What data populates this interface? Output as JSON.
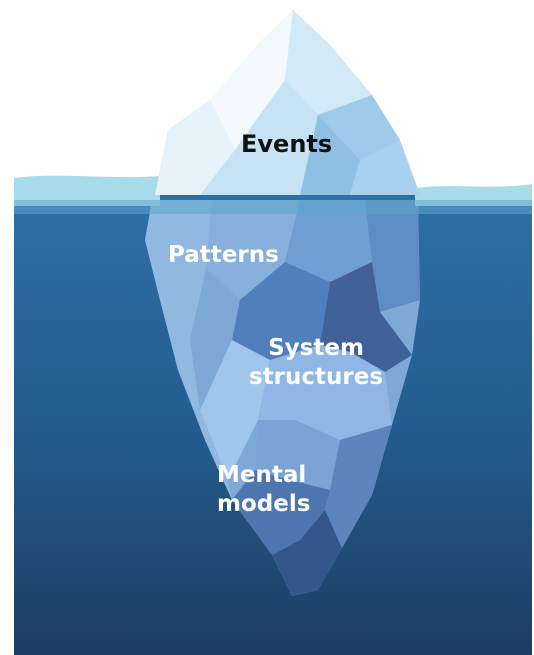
{
  "levels": {
    "events": "Events",
    "patterns": "Patterns",
    "system_structures": {
      "line1": "System",
      "line2": "structures"
    },
    "mental_models": {
      "line1": "Mental",
      "line2": "models"
    }
  },
  "colors": {
    "sky": "#ffffff",
    "water_top": "#2d70a8",
    "water_bottom": "#1d3d62",
    "surface": "#a9dcea",
    "ice_light": "#e6f3fa",
    "ice_mid": "#b9ddf0",
    "ice_under": "#7ea8d6",
    "ice_deep": "#3c5f95"
  }
}
